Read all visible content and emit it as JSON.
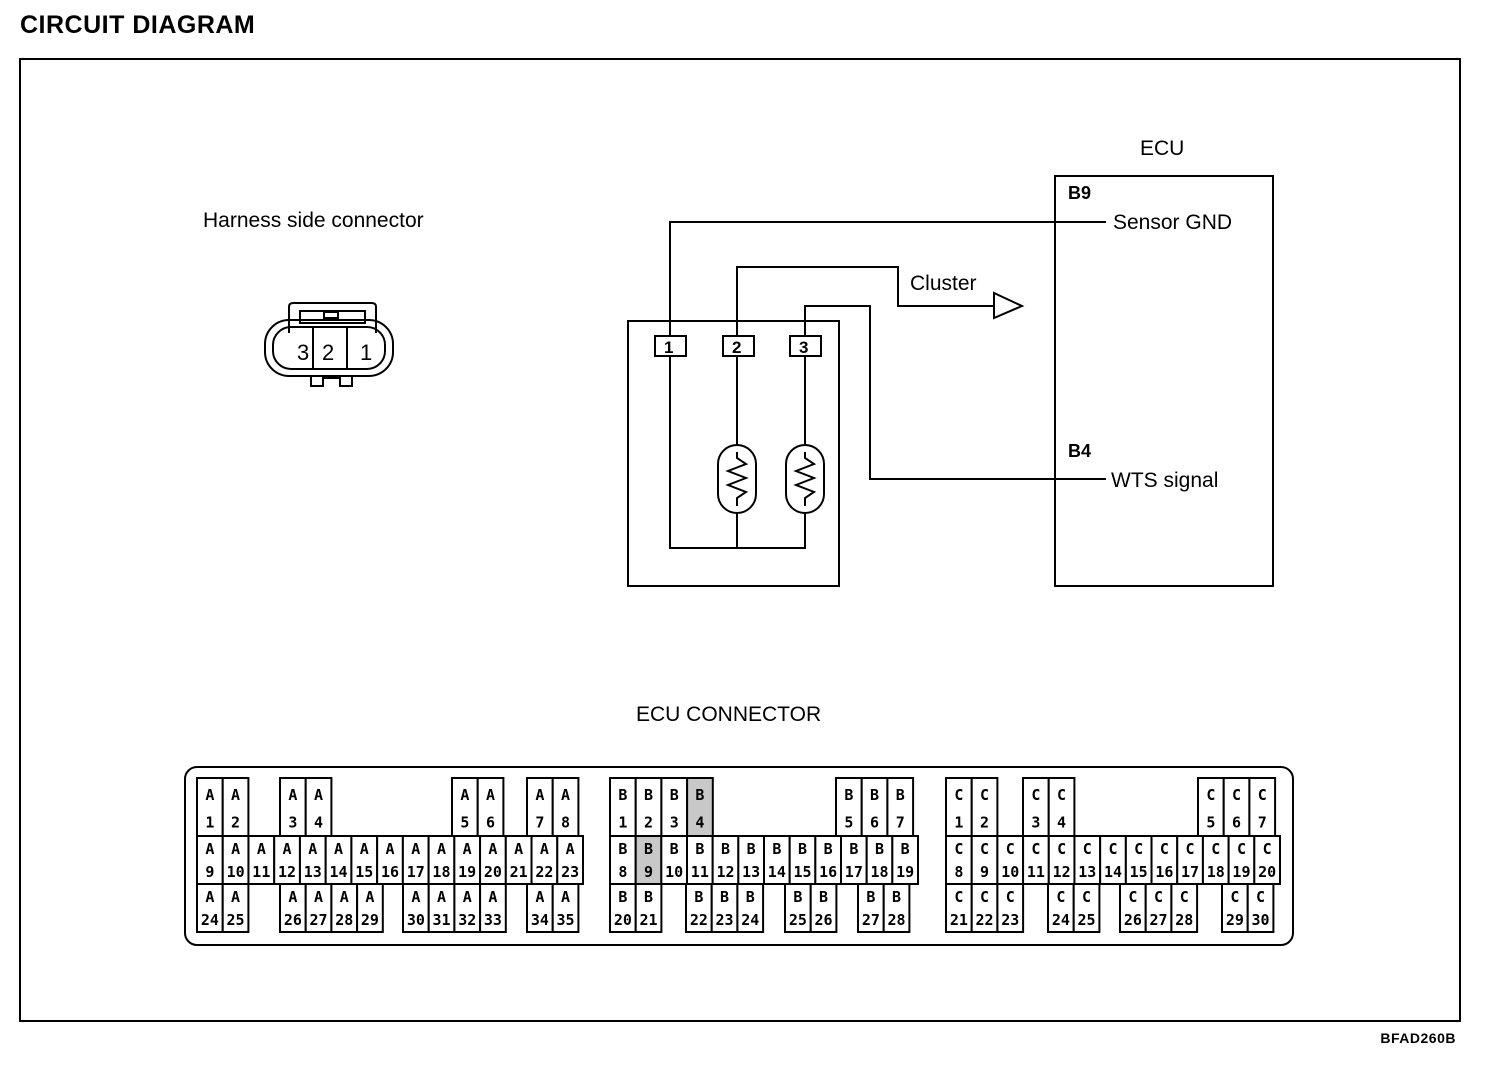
{
  "page": {
    "title": "CIRCUIT DIAGRAM",
    "reference_code": "BFAD260B"
  },
  "harness_connector": {
    "label": "Harness side connector",
    "pins": [
      "3",
      "2",
      "1"
    ]
  },
  "sensor": {
    "terminals": [
      "1",
      "2",
      "3"
    ],
    "elements": [
      "thermistor-1",
      "thermistor-2"
    ]
  },
  "cluster": {
    "label": "Cluster"
  },
  "ecu": {
    "title": "ECU",
    "pins": [
      {
        "pin": "B9",
        "signal": "Sensor GND",
        "sensor_terminal": "1"
      },
      {
        "pin": "B4",
        "signal": "WTS signal",
        "sensor_terminal": "3"
      }
    ],
    "cluster_terminal": "2"
  },
  "ecu_connector": {
    "label": "ECU CONNECTOR",
    "highlighted_pins": [
      "B4",
      "B9"
    ],
    "blocks": [
      {
        "name": "A",
        "top_row": [
          [
            "1",
            "2"
          ],
          [
            "3",
            "4"
          ],
          [
            "5",
            "6"
          ],
          [
            "7",
            "8"
          ]
        ],
        "middle_row": [
          "9",
          "10",
          "11",
          "12",
          "13",
          "14",
          "15",
          "16",
          "17",
          "18",
          "19",
          "20",
          "21",
          "22",
          "23"
        ],
        "bottom_row": [
          [
            "24",
            "25"
          ],
          [
            "26",
            "27",
            "28",
            "29"
          ],
          [
            "30",
            "31",
            "32",
            "33"
          ],
          [
            "34",
            "35"
          ]
        ]
      },
      {
        "name": "B",
        "top_row": [
          [
            "1",
            "2",
            "3",
            "4"
          ],
          [
            "5",
            "6",
            "7"
          ]
        ],
        "middle_row": [
          "8",
          "9",
          "10",
          "11",
          "12",
          "13",
          "14",
          "15",
          "16",
          "17",
          "18",
          "19"
        ],
        "bottom_row": [
          [
            "20",
            "21"
          ],
          [
            "22",
            "23",
            "24"
          ],
          [
            "25",
            "26"
          ],
          [
            "27",
            "28"
          ]
        ]
      },
      {
        "name": "C",
        "top_row": [
          [
            "1",
            "2"
          ],
          [
            "3",
            "4"
          ],
          [
            "5",
            "6",
            "7"
          ]
        ],
        "middle_row": [
          "8",
          "9",
          "10",
          "11",
          "12",
          "13",
          "14",
          "15",
          "16",
          "17",
          "18",
          "19",
          "20"
        ],
        "bottom_row": [
          [
            "21",
            "22",
            "23"
          ],
          [
            "24",
            "25"
          ],
          [
            "26",
            "27",
            "28"
          ],
          [
            "29",
            "30"
          ]
        ]
      }
    ]
  }
}
